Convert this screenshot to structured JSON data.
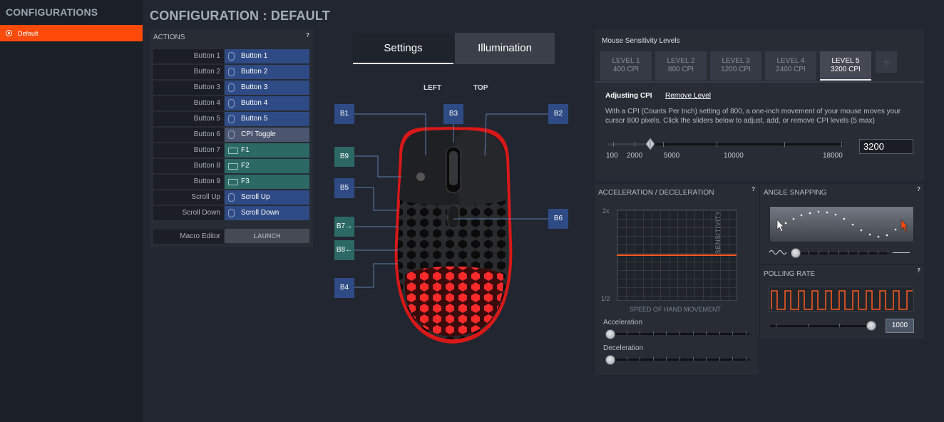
{
  "sidebar": {
    "title": "CONFIGURATIONS",
    "items": [
      {
        "label": "Default"
      }
    ]
  },
  "page": {
    "title": "CONFIGURATION : DEFAULT"
  },
  "actions": {
    "title": "ACTIONS",
    "help": "?",
    "rows": [
      {
        "button": "Button 1",
        "action": "Button 1"
      },
      {
        "button": "Button 2",
        "action": "Button 2"
      },
      {
        "button": "Button 3",
        "action": "Button 3"
      },
      {
        "button": "Button 4",
        "action": "Button 4"
      },
      {
        "button": "Button 5",
        "action": "Button 5"
      },
      {
        "button": "Button 6",
        "action": "CPI Toggle"
      },
      {
        "button": "Button 7",
        "action": "F1"
      },
      {
        "button": "Button 8",
        "action": "F2"
      },
      {
        "button": "Button 9",
        "action": "F3"
      },
      {
        "button": "Scroll Up",
        "action": "Scroll Up"
      },
      {
        "button": "Scroll Down",
        "action": "Scroll Down"
      }
    ],
    "macro_label": "Macro Editor",
    "launch_label": "LAUNCH"
  },
  "tabs": {
    "settings": "Settings",
    "illumination": "Illumination"
  },
  "views": {
    "left": "LEFT",
    "top": "TOP"
  },
  "mouse_buttons": {
    "b1": "B1",
    "b2": "B2",
    "b3": "B3",
    "b4": "B4",
    "b5": "B5",
    "b6": "B6",
    "b7": "B7→",
    "b8": "B8←",
    "b9": "B9"
  },
  "sensitivity": {
    "title": "Mouse Sensitivity Levels",
    "levels": [
      {
        "name": "LEVEL 1",
        "cpi": "400 CPI"
      },
      {
        "name": "LEVEL 2",
        "cpi": "800 CPI"
      },
      {
        "name": "LEVEL 3",
        "cpi": "1200 CPI"
      },
      {
        "name": "LEVEL 4",
        "cpi": "2400 CPI"
      },
      {
        "name": "LEVEL 5",
        "cpi": "3200 CPI"
      }
    ],
    "add_label": "+",
    "adjusting_label": "Adjusting CPI",
    "remove_label": "Remove Level",
    "description": "With a CPI (Counts Per Inch) setting of 800, a one-inch movement of your mouse moves your cursor 800 pixels. Click the sliders below to adjust, add, or remove CPI levels (5 max)",
    "ticks": [
      "100",
      "2000",
      "5000",
      "10000",
      "18000"
    ],
    "value": "3200"
  },
  "acceleration": {
    "title": "ACCELERATION / DECELERATION",
    "help": "?",
    "y_top": "2x",
    "y_bottom": "1/2",
    "y_label": "SENSITIVITY",
    "x_label": "SPEED OF HAND MOVEMENT",
    "accel_label": "Acceleration",
    "decel_label": "Deceleration"
  },
  "angle_snapping": {
    "title": "ANGLE SNAPPING",
    "help": "?"
  },
  "polling": {
    "title": "POLLING RATE",
    "help": "?",
    "value": "1000"
  },
  "colors": {
    "accent": "#ff4a0a",
    "blue_action": "#2f4b85",
    "teal_action": "#2c6965",
    "accel_line": "#ff5a1e"
  }
}
